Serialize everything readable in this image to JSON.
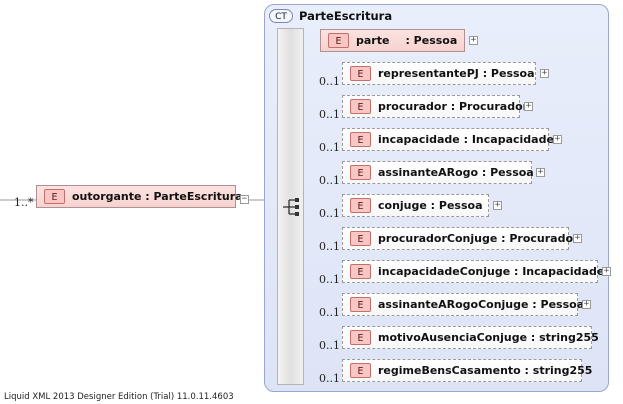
{
  "root": {
    "occurrence": "1..*",
    "badge": "E",
    "label": "outorgante : ParteEscritura",
    "collapse_symbol": "−"
  },
  "complex_type": {
    "badge": "CT",
    "title": "ParteEscritura"
  },
  "children": [
    {
      "occurrence": "",
      "badge": "E",
      "name": "parte",
      "type": ": Pessoa",
      "optional": false,
      "expand": "+"
    },
    {
      "occurrence": "0..1",
      "badge": "E",
      "label": "representantePJ : Pessoa",
      "optional": true,
      "expand": "+"
    },
    {
      "occurrence": "0..1",
      "badge": "E",
      "label": "procurador : Procurador",
      "optional": true,
      "expand": "+"
    },
    {
      "occurrence": "0..1",
      "badge": "E",
      "label": "incapacidade : Incapacidade",
      "optional": true,
      "expand": "+"
    },
    {
      "occurrence": "0..1",
      "badge": "E",
      "label": "assinanteARogo : Pessoa",
      "optional": true,
      "expand": "+"
    },
    {
      "occurrence": "0..1",
      "badge": "E",
      "label": "conjuge : Pessoa",
      "optional": true,
      "expand": "+"
    },
    {
      "occurrence": "0..1",
      "badge": "E",
      "label": "procuradorConjuge : Procurador",
      "optional": true,
      "expand": "+"
    },
    {
      "occurrence": "0..1",
      "badge": "E",
      "label": "incapacidadeConjuge : Incapacidade",
      "optional": true,
      "expand": "+"
    },
    {
      "occurrence": "0..1",
      "badge": "E",
      "label": "assinanteARogoConjuge : Pessoa",
      "optional": true,
      "expand": "+"
    },
    {
      "occurrence": "0..1",
      "badge": "E",
      "label": "motivoAusenciaConjuge : string255",
      "optional": true
    },
    {
      "occurrence": "0..1",
      "badge": "E",
      "label": "regimeBensCasamento : string255",
      "optional": true
    }
  ],
  "footer": "Liquid XML 2013 Designer Edition (Trial) 11.0.11.4603",
  "colors": {
    "element_badge": "#f9c7c3",
    "container_bg": "#dde4f6",
    "container_border": "#9aa6cf"
  }
}
